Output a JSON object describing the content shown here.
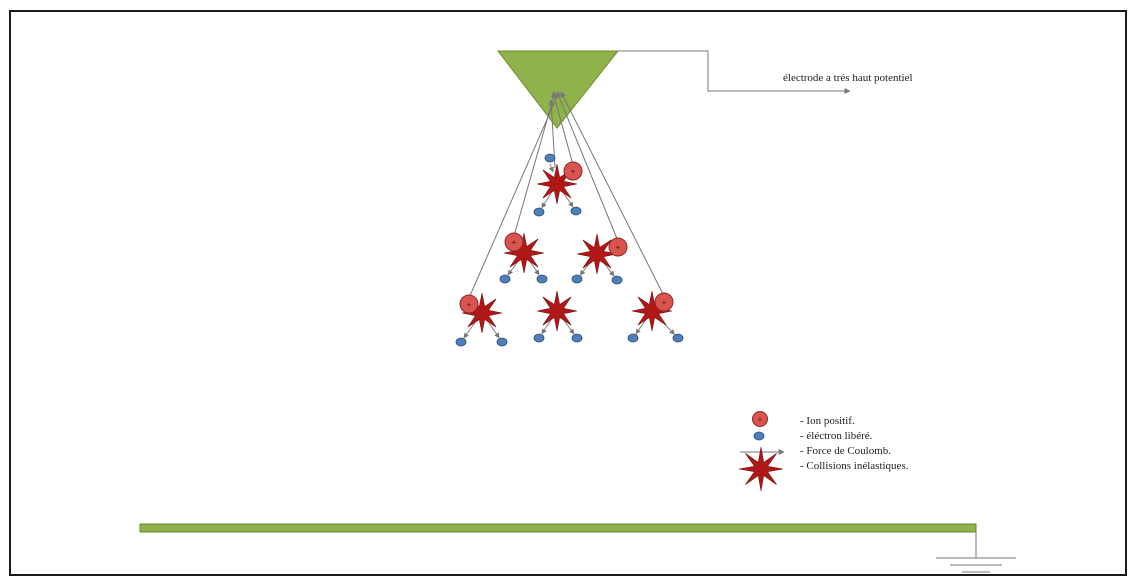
{
  "electrode_label": "électrode a trés haut potentiel",
  "legend": {
    "ion_label": "- Ion positif.",
    "electron_label": "- éléctron libéré.",
    "force_label": "- Force de Coulomb.",
    "collision_label": "- Collisions inélastiques."
  },
  "ion_symbol": "+",
  "colors": {
    "electrode_fill": "#8fb24a",
    "electrode_stroke": "#6a8a30",
    "ion_fill": "#d9534f",
    "star_fill": "#b01818",
    "electron_fill": "#4f7fb8",
    "arrow": "#777777"
  }
}
